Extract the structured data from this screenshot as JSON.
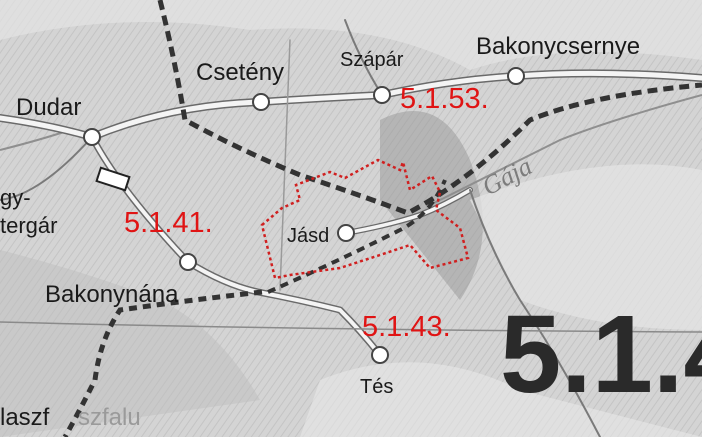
{
  "map": {
    "places": {
      "dudar": "Dudar",
      "csetény": "Csetény",
      "szapar": "Szápár",
      "bakonycsernye": "Bakonycsernye",
      "jasd": "Jásd",
      "bakonynana": "Bakonynána",
      "tes": "Tés",
      "nagyesztergar_a": "gy-",
      "nagyesztergar_b": "tergár",
      "bakonyoszlop": "laszf",
      "bakonyoszlop_faded": "szfalu"
    },
    "river": "Gája",
    "zone_codes": {
      "z41": "5.1.41.",
      "z53": "5.1.53.",
      "z43": "5.1.43.",
      "region_big": "5.1.4"
    },
    "colors": {
      "zone_code": "#e01414",
      "boundary": "#d02020",
      "road": "#f4f4f4",
      "railway": "#3a3a3a",
      "terrain": "#d8d8d8"
    }
  }
}
